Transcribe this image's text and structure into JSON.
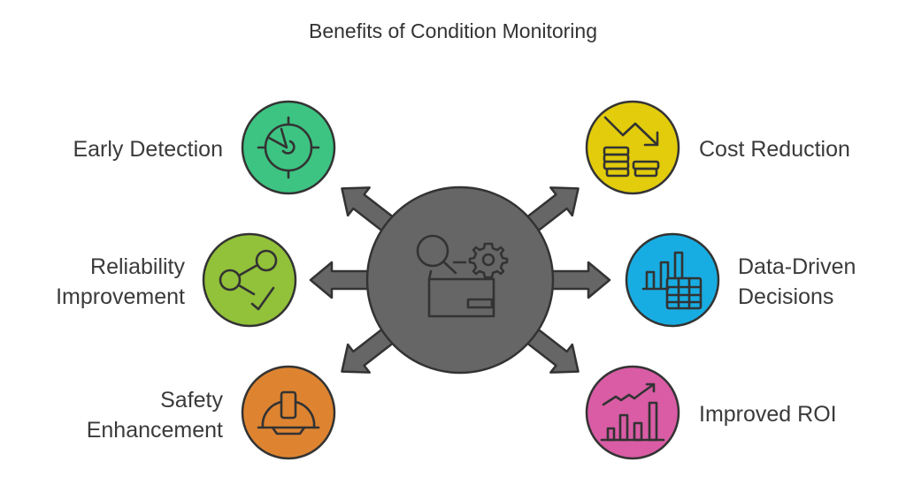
{
  "title": "Benefits of Condition Monitoring",
  "center": {
    "icon": "search-gear-folder-icon",
    "color": "#666666"
  },
  "benefits": [
    {
      "label": "Early Detection",
      "icon": "radar-icon",
      "color": "#3DC482"
    },
    {
      "label": "Cost Reduction",
      "icon": "coins-downtrend-icon",
      "color": "#E2CC0B"
    },
    {
      "label": "Reliability Improvement",
      "icon": "network-check-icon",
      "color": "#92C13A"
    },
    {
      "label": "Data-Driven Decisions",
      "icon": "chart-table-icon",
      "color": "#18ADE2"
    },
    {
      "label": "Safety Enhancement",
      "icon": "hard-hat-icon",
      "color": "#DE8431"
    },
    {
      "label": "Improved ROI",
      "icon": "bar-chart-uptrend-icon",
      "color": "#D95CA5"
    }
  ]
}
